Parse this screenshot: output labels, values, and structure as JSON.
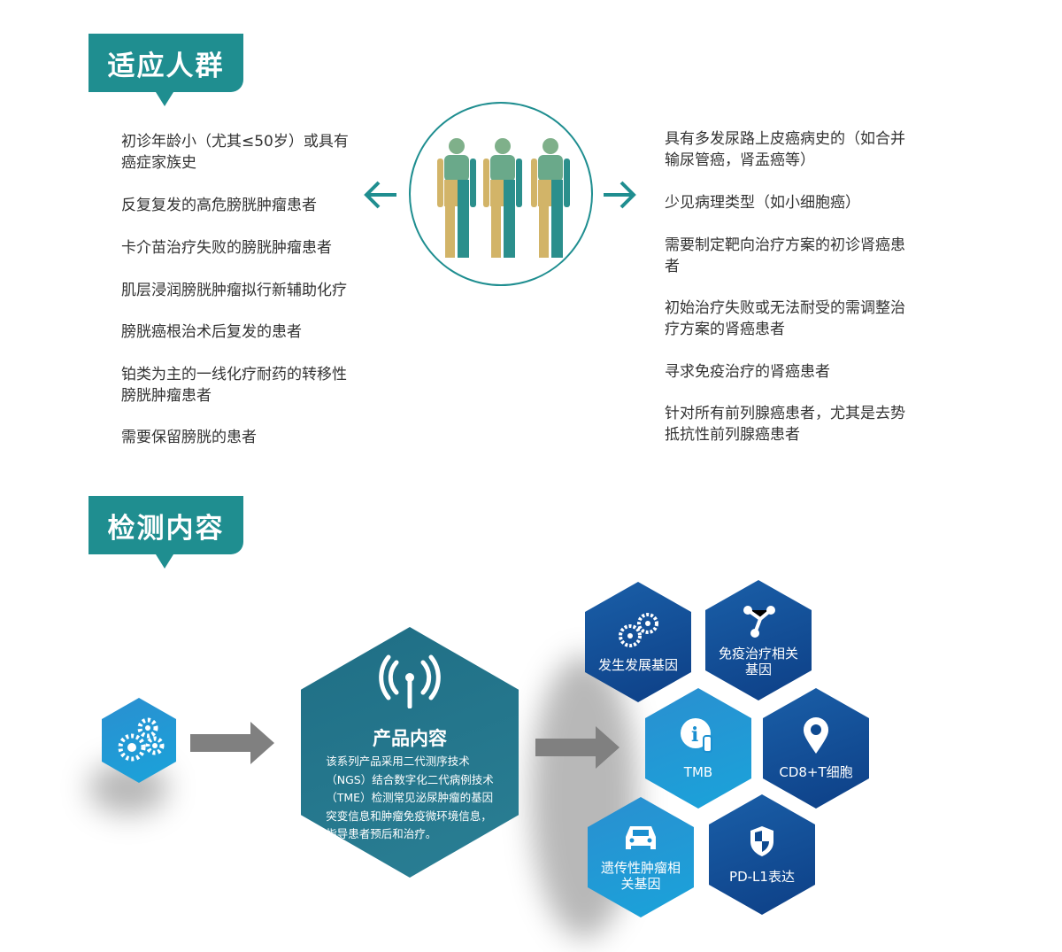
{
  "section1": {
    "title": "适应人群",
    "left": [
      "初诊年龄小（尤其≤50岁）或具有\n癌症家族史",
      "反复复发的高危膀胱肿瘤患者",
      "卡介苗治疗失败的膀胱肿瘤患者",
      "肌层浸润膀胱肿瘤拟行新辅助化疗",
      "膀胱癌根治术后复发的患者",
      "铂类为主的一线化疗耐药的转移性\n膀胱肿瘤患者",
      "需要保留膀胱的患者"
    ],
    "right": [
      "具有多发尿路上皮癌病史的（如合并\n输尿管癌，肾盂癌等）",
      "少见病理类型（如小细胞癌）",
      "需要制定靶向治疗方案的初诊肾癌患\n者",
      "初始治疗失败或无法耐受的需调整治\n疗方案的肾癌患者",
      "寻求免疫治疗的肾癌患者",
      "针对所有前列腺癌患者，尤其是去势\n抵抗性前列腺癌患者"
    ]
  },
  "section2": {
    "title": "检测内容",
    "product": {
      "title": "产品内容",
      "desc": "该系列产品采用二代测序技术\n（NGS）结合数字化二代病例技术\n（TME）检测常见泌尿肿瘤的基因\n突变信息和肿瘤免疫微环境信息，\n指导患者预后和治疗。"
    },
    "items": [
      "发生发展基因",
      "免疫治疗相关\n基因",
      "TMB",
      "CD8+T细胞",
      "遗传性肿瘤相\n关基因",
      "PD-L1表达"
    ]
  },
  "colors": {
    "teal": "#1f8e90",
    "dark_blue": "#0d3f86",
    "light_blue": "#1aa3da"
  }
}
